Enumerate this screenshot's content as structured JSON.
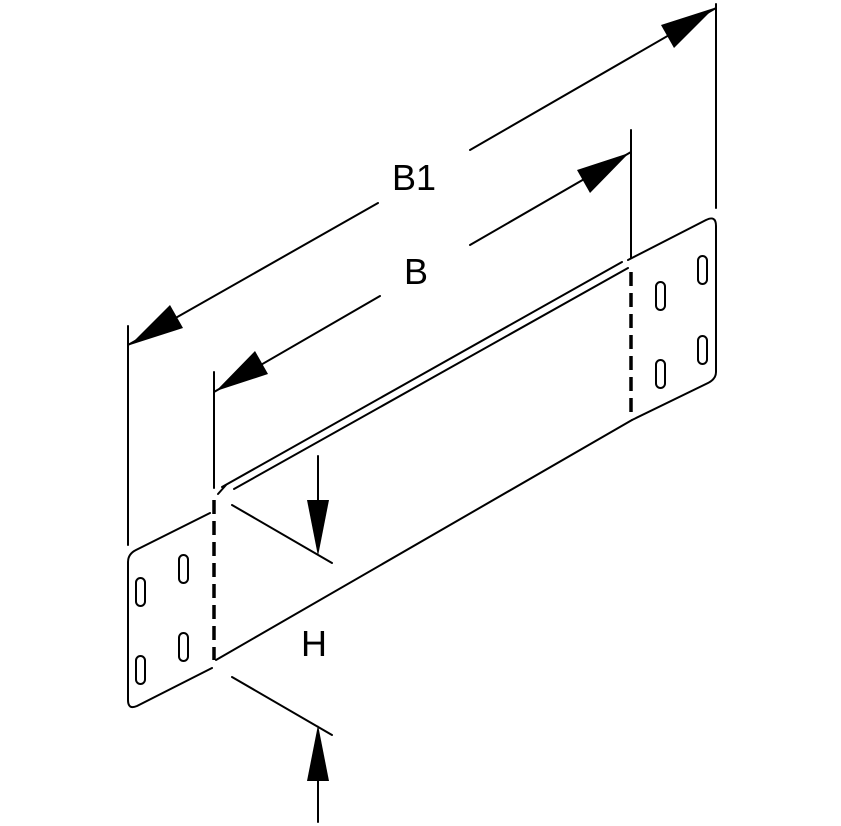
{
  "dimensions": {
    "outer_width_label": "B1",
    "inner_width_label": "B",
    "height_label": "H"
  }
}
